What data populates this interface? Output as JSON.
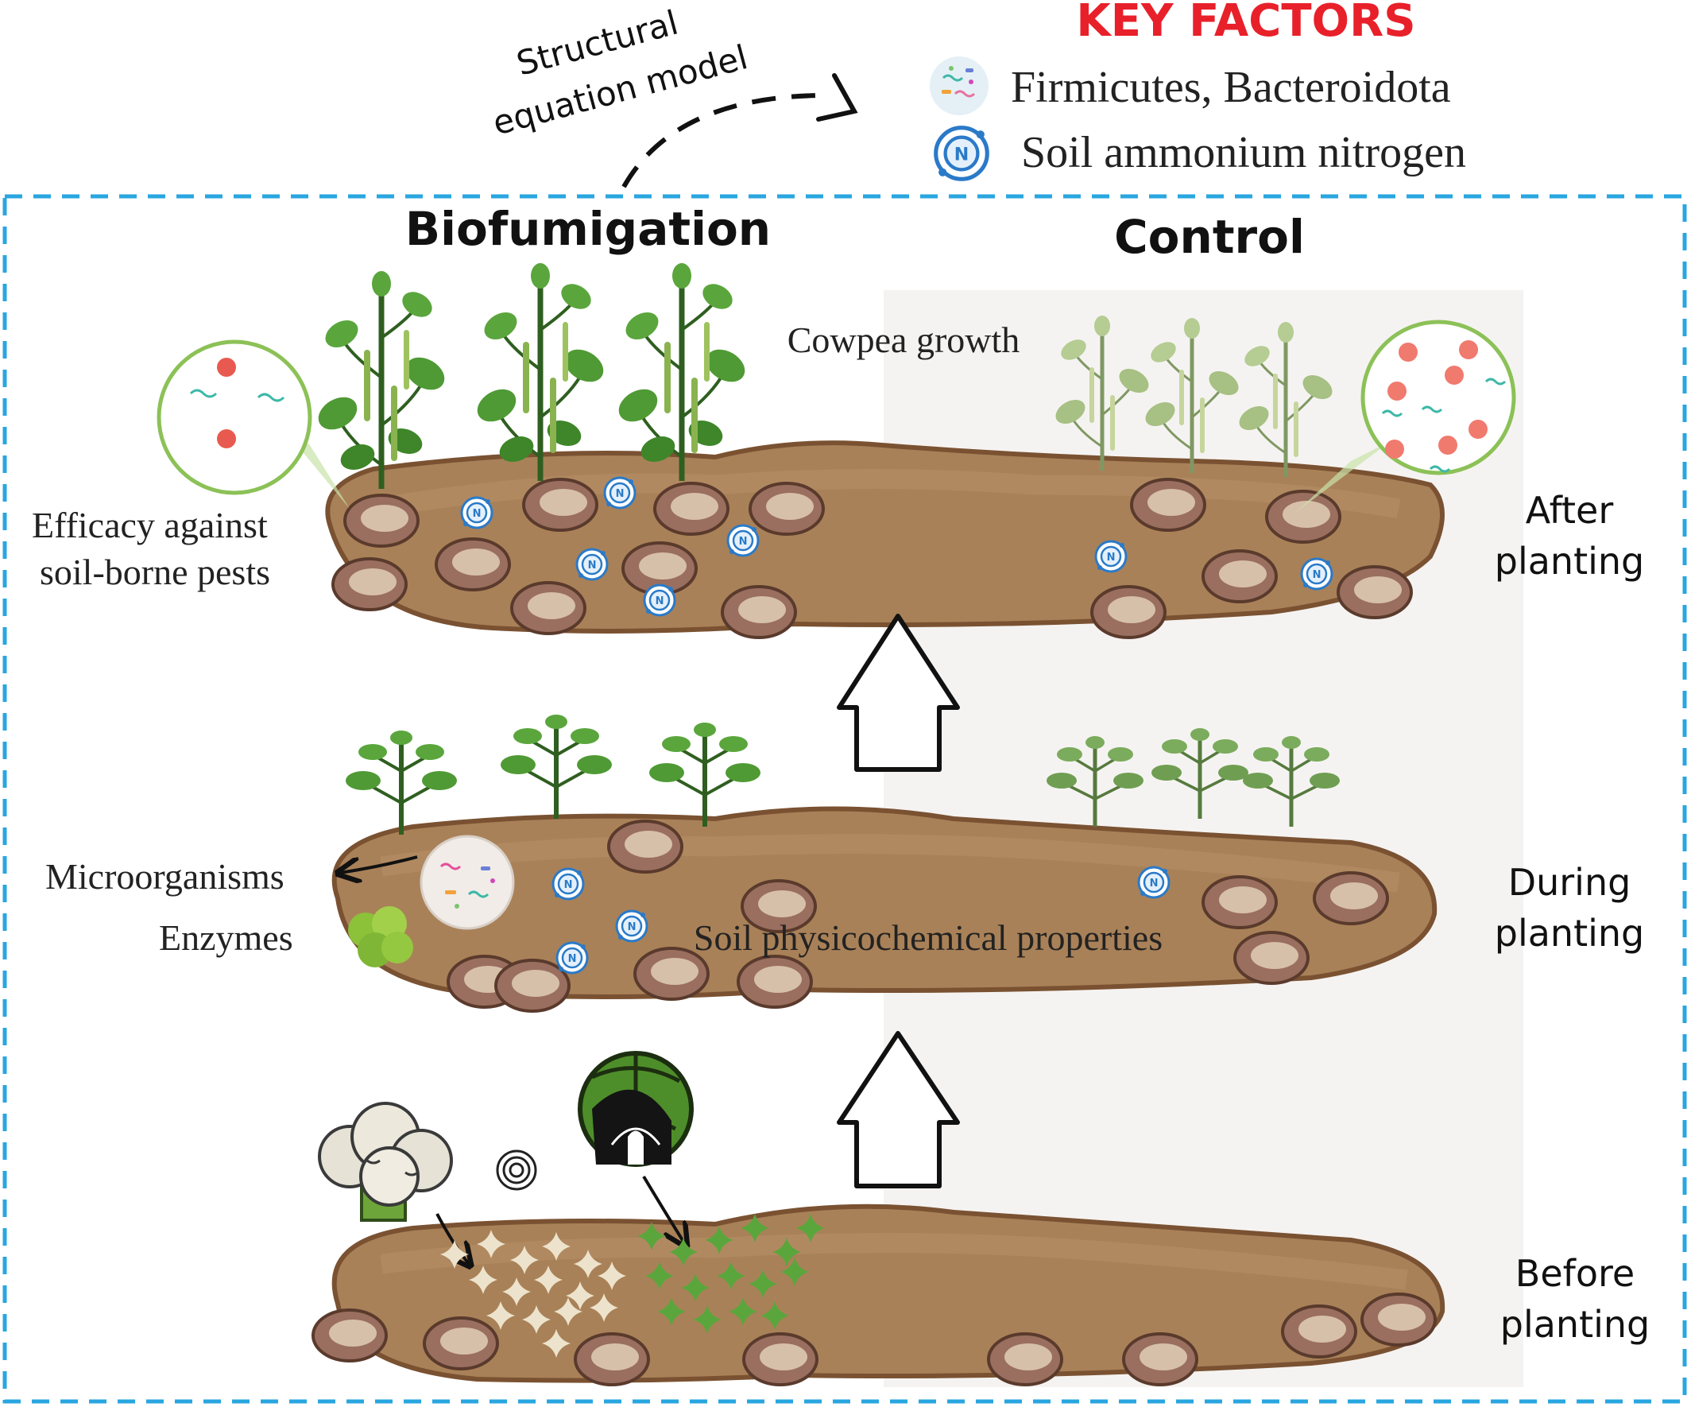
{
  "title": {
    "sem_line1": "Structural",
    "sem_line2": "equation model"
  },
  "key_factors": {
    "heading": "KEY FACTORS",
    "heading_color": "#e8202a",
    "item1": {
      "icon": "microbes-icon",
      "label": "Firmicutes, Bacteroidota"
    },
    "item2": {
      "icon": "nitrogen-atom-icon",
      "label": "Soil ammonium nitrogen"
    }
  },
  "columns": {
    "left": "Biofumigation",
    "right": "Control"
  },
  "stages": {
    "after_line1": "After",
    "after_line2": "planting",
    "during_line1": "During",
    "during_line2": "planting",
    "before_line1": "Before",
    "before_line2": "planting"
  },
  "labels": {
    "cowpea_growth": "Cowpea growth",
    "efficacy_line1": "Efficacy against",
    "efficacy_line2": "soil-borne pests",
    "microorganisms": "Microorganisms",
    "enzymes": "Enzymes",
    "soil_properties": "Soil physicochemical properties"
  },
  "colors": {
    "frame": "#29a6e0",
    "soil": "#a98158",
    "soil_dark": "#7a5232",
    "control_shade": "#f2efec",
    "plant": "#3f7a2c",
    "plant_pale": "#9cb57a",
    "nitrogen": "#2a7ac8"
  }
}
